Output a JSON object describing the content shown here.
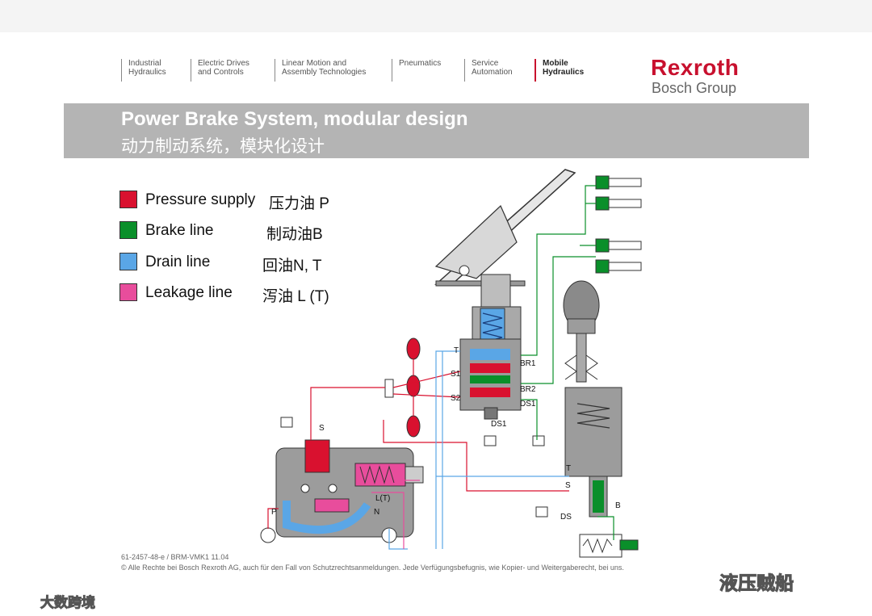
{
  "header": {
    "nav": [
      {
        "line1": "Industrial",
        "line2": "Hydraulics",
        "active": false
      },
      {
        "line1": "Electric Drives",
        "line2": "and Controls",
        "active": false
      },
      {
        "line1": "Linear Motion and",
        "line2": "Assembly Technologies",
        "active": false
      },
      {
        "line1": "",
        "line2": "Pneumatics",
        "active": false
      },
      {
        "line1": "Service",
        "line2": "Automation",
        "active": false
      },
      {
        "line1": "Mobile",
        "line2": "Hydraulics",
        "active": true
      }
    ],
    "brand": "Rexroth",
    "brand_sub": "Bosch Group"
  },
  "banner": {
    "title": "Power Brake System, modular design",
    "subtitle": "动力制动系统，模块化设计"
  },
  "legend": [
    {
      "label": "Pressure supply",
      "cn": "压力油 P",
      "color": "#d9112f"
    },
    {
      "label": "Brake line",
      "cn": "制动油B",
      "color": "#0a8f2a"
    },
    {
      "label": "Drain line",
      "cn": "回油N, T",
      "color": "#5aa6e6"
    },
    {
      "label": "Leakage line",
      "cn": "泻油 L (T)",
      "color": "#e84d9c"
    }
  ],
  "diagram": {
    "labels": {
      "T1": "T",
      "S1": "S1",
      "S2": "S2",
      "BR1": "BR1",
      "BR2": "BR2",
      "DS1a": "DS1",
      "DS1b": "DS1",
      "S": "S",
      "LT": "L(T)",
      "P": "P",
      "N": "N",
      "T2": "T",
      "S3": "S",
      "DS": "DS",
      "B": "B"
    }
  },
  "footer": {
    "doc_id": "61-2457-48-e / BRM-VMK1 11.04",
    "copyright": "© Alle Rechte bei Bosch Rexroth AG, auch für den Fall von Schutzrechtsanmeldungen. Jede Verfügungsbefugnis, wie Kopier- und Weitergaberecht, bei uns."
  },
  "watermarks": {
    "right": "液压贼船",
    "left": "大数跨境"
  }
}
